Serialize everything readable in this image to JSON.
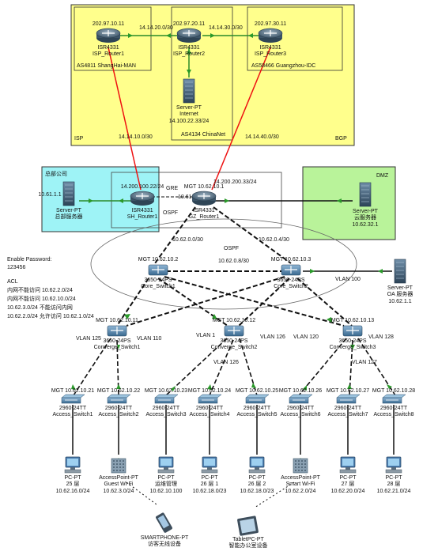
{
  "colors": {
    "isp_zone": "#ffff8c",
    "hq_zone": "#9ef3f6",
    "dmz_zone": "#b9f39a",
    "red": "#e11",
    "green": "#2a8a2a",
    "black": "#111"
  },
  "zones": {
    "isp": "ISP",
    "bgp": "BGP",
    "hq": "总部公司",
    "dmz": "DMZ",
    "gre": "GRE",
    "ospf_top": "OSPF",
    "ospf_mid": "OSPF"
  },
  "as_boxes": {
    "as4811": "AS4811   ShangHai-MAN",
    "as4134": "AS4134   ChinaNet",
    "as58466": "AS58466   Guangzhou-IDC"
  },
  "devices": [
    {
      "id": "isp1",
      "type": "router",
      "top": "202.97.10.11",
      "l1": "ISR4331",
      "l2": "ISP_Router1"
    },
    {
      "id": "isp2",
      "type": "router",
      "top": "202.97.20.11",
      "l1": "ISR4331",
      "l2": "ISP_Router2"
    },
    {
      "id": "isp3",
      "type": "router",
      "top": "202.97.30.11",
      "l1": "ISR4331",
      "l2": "ISP_Router3"
    },
    {
      "id": "inet",
      "type": "server",
      "l1": "Server-PT",
      "l2": "Internet",
      "l3": "14.100.22.33/24"
    },
    {
      "id": "hqsrv",
      "type": "server",
      "l1": "Server-PT",
      "l2": "总部服务器",
      "side": "10.61.1.1"
    },
    {
      "id": "shr",
      "type": "router",
      "top": "14.200.100.22/24",
      "l1": "ISR4331",
      "l2": "SH_Router1"
    },
    {
      "id": "gzr",
      "type": "router",
      "top": "MGT 10.62.10.1",
      "l1": "ISR4331",
      "l2": "GZ_Router1"
    },
    {
      "id": "cloud",
      "type": "server",
      "l1": "Server-PT",
      "l2": "云服务器",
      "l3": "10.62.32.1"
    },
    {
      "id": "core1",
      "type": "l3switch",
      "top": "MGT 10.62.10.2",
      "l1": "3650-24PS",
      "l2": "Core_Switch1"
    },
    {
      "id": "core2",
      "type": "l3switch",
      "top": "MGT 10.62.10.3",
      "l1": "3650-24PS",
      "l2": "Core_Switch2"
    },
    {
      "id": "oa",
      "type": "server",
      "l1": "Server-PT",
      "l2": "OA 服务器",
      "l3": "10.62.1.1"
    },
    {
      "id": "conv1",
      "type": "l3switch",
      "top": "MGT 10.62.10.11",
      "l1": "3650-24PS",
      "l2": "Converge_Switch1"
    },
    {
      "id": "conv2",
      "type": "l3switch",
      "top": "MGT 10.62.10.12",
      "l1": "3650-24PS",
      "l2": "Converge_Switch2"
    },
    {
      "id": "conv3",
      "type": "l3switch",
      "top": "MGT 10.62.10.13",
      "l1": "3650-24PS",
      "l2": "Converge_Switch3"
    },
    {
      "id": "acc1",
      "type": "switch",
      "top": "MGT 10.62.10.21",
      "l1": "2960-24TT",
      "l2": "Access_Switch1"
    },
    {
      "id": "acc2",
      "type": "switch",
      "top": "MGT 10.62.10.22",
      "l1": "2960-24TT",
      "l2": "Access_Switch2"
    },
    {
      "id": "acc3",
      "type": "switch",
      "top": "MGT 10.62.10.23",
      "l1": "2960-24TT",
      "l2": "Access_Switch3"
    },
    {
      "id": "acc4",
      "type": "switch",
      "top": "MGT 10.62.10.24",
      "l1": "2960-24TT",
      "l2": "Access_Switch4"
    },
    {
      "id": "acc5",
      "type": "switch",
      "top": "MGT 10.62.10.25",
      "l1": "2960-24TT",
      "l2": "Access_Switch5"
    },
    {
      "id": "acc6",
      "type": "switch",
      "top": "MGT 10.62.10.26",
      "l1": "2960-24TT",
      "l2": "Access_Switch6"
    },
    {
      "id": "acc7",
      "type": "switch",
      "top": "MGT 10.62.10.27",
      "l1": "2960-24TT",
      "l2": "Access_Switch7"
    },
    {
      "id": "acc8",
      "type": "switch",
      "top": "MGT 10.62.10.28",
      "l1": "2960-24TT",
      "l2": "Access_Switch8"
    },
    {
      "id": "pc1",
      "type": "pc",
      "l1": "PC-PT",
      "l2": "25 层",
      "l3": "10.62.16.0/24"
    },
    {
      "id": "ap1",
      "type": "ap",
      "l1": "AccessPoint-PT",
      "l2": "Guest Wi-Fi",
      "l3": "10.62.3.0/24"
    },
    {
      "id": "pc2",
      "type": "pc",
      "l1": "PC-PT",
      "l2": "运维管理",
      "l3": "10.62.10.100"
    },
    {
      "id": "pc3",
      "type": "pc",
      "l1": "PC-PT",
      "l2": "26 层 1",
      "l3": "10.62.18.0/23"
    },
    {
      "id": "pc4",
      "type": "pc",
      "l1": "PC-PT",
      "l2": "26 层 2",
      "l3": "10.62.18.0/23"
    },
    {
      "id": "ap2",
      "type": "ap",
      "l1": "AccessPoint-PT",
      "l2": "Smart Wi-Fi",
      "l3": "10.62.2.0/24"
    },
    {
      "id": "pc5",
      "type": "pc",
      "l1": "PC-PT",
      "l2": "27 层",
      "l3": "10.62.20.0/24"
    },
    {
      "id": "pc6",
      "type": "pc",
      "l1": "PC-PT",
      "l2": "28 层",
      "l3": "10.62.21.0/24"
    },
    {
      "id": "phone",
      "type": "phone",
      "l1": "SMARTPHONE-PT",
      "l2": "访客无线设备"
    },
    {
      "id": "tablet",
      "type": "tablet",
      "l1": "TabletPC-PT",
      "l2": "智能办公室设备"
    }
  ],
  "link_labels": {
    "l_12": "14.14.20.0/30",
    "l_23": "14.14.30.0/30",
    "l_1sh": "14.14.10.0/30",
    "l_3gz": "14.14.40.0/30",
    "l_gzwan": "14.200.200.33/24",
    "l_gre": "10.61.0.0/30",
    "l_gzc1": "10.62.0.0/30",
    "l_gzc2": "10.62.0.4/30",
    "l_c1c2": "10.62.0.8/30",
    "v_oa": "VLAN 100",
    "v125": "VLAN 125",
    "v110": "VLAN 110",
    "v1": "VLAN 1",
    "v126a": "VLAN 126",
    "v126b": "VLAN 126",
    "v120": "VLAN 120",
    "v128": "VLAN 128",
    "v127": "VLAN 127"
  },
  "notes": {
    "enable": [
      "Enable Password:",
      "123456"
    ],
    "acl": [
      "ACL",
      "内网不能访问 10.62.2.0/24",
      "内网不能访问 10.62.10.0/24",
      "10.62.3.0/24 不能访问内网",
      "10.62.2.0/24 允许访问 10.62.1.0/24"
    ]
  }
}
